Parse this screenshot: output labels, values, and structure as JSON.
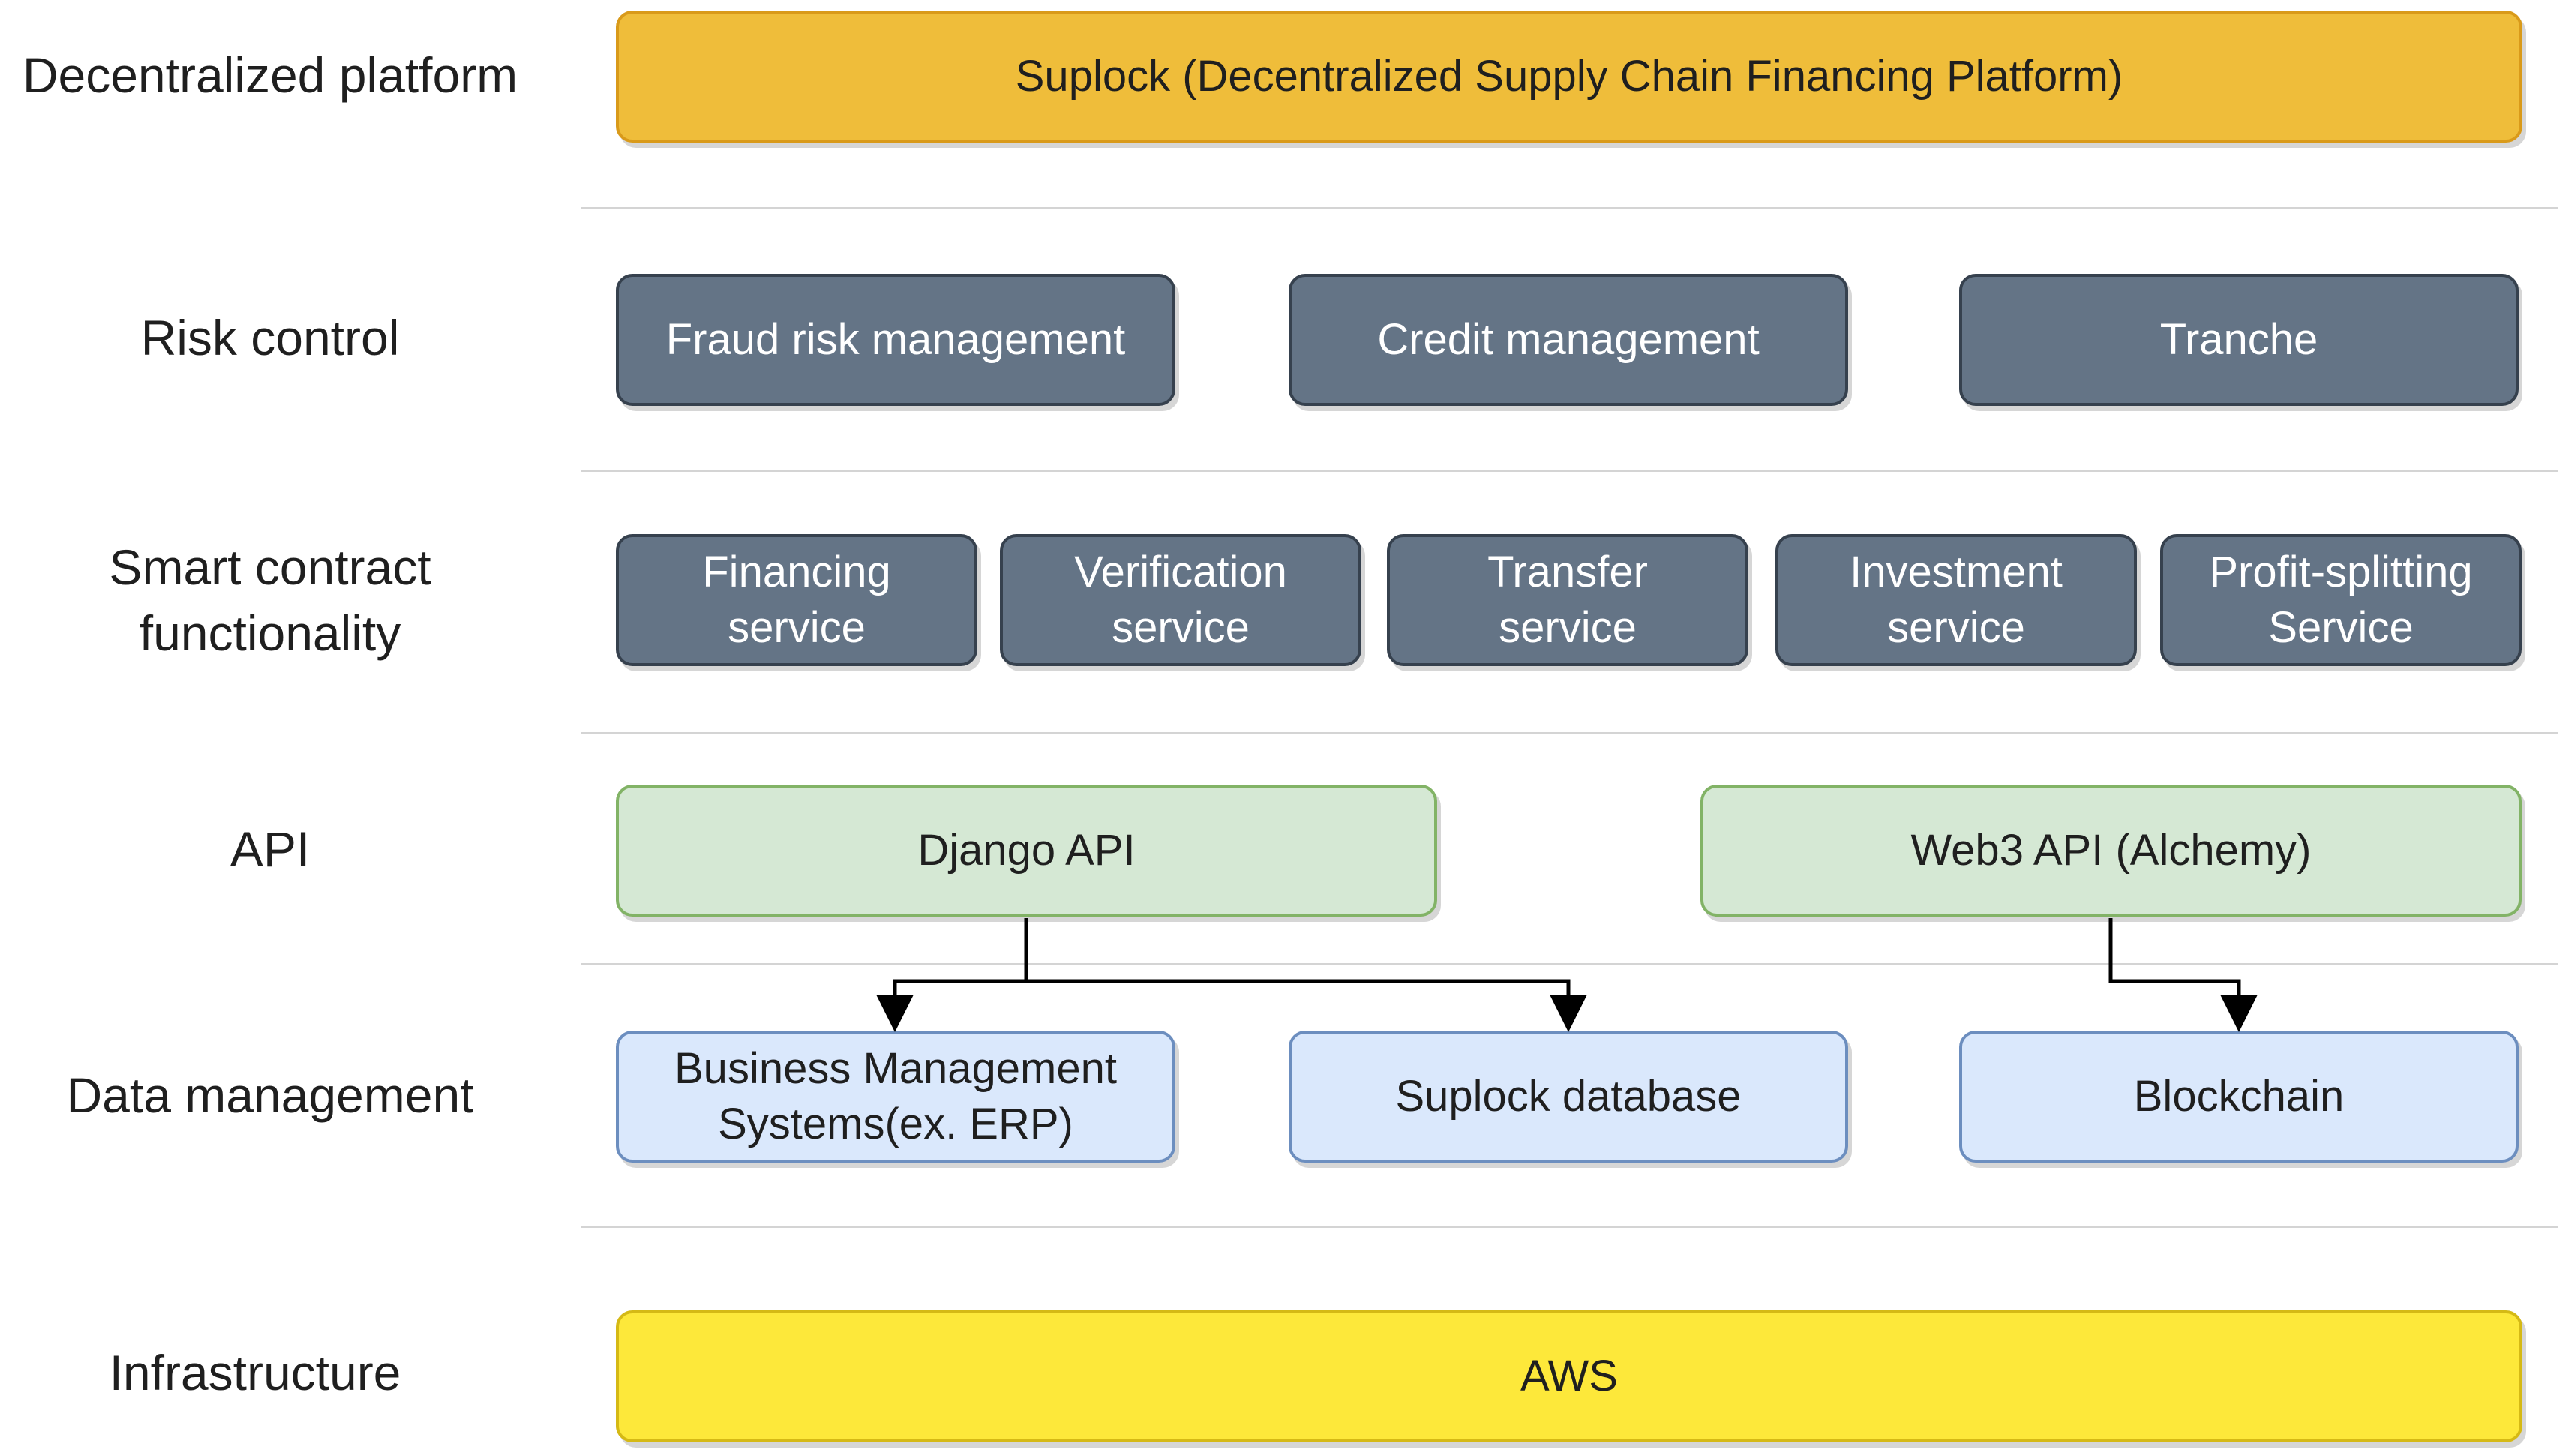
{
  "layers": {
    "platform": {
      "label": "Decentralized platform",
      "box": "Suplock (Decentralized Supply Chain Financing Platform)"
    },
    "risk": {
      "label": "Risk control",
      "boxes": [
        "Fraud risk management",
        "Credit management",
        "Tranche"
      ]
    },
    "smart": {
      "label": "Smart contract functionality",
      "boxes": [
        "Financing service",
        "Verification service",
        "Transfer service",
        "Investment service",
        "Profit-splitting Service"
      ]
    },
    "api": {
      "label": "API",
      "boxes": [
        "Django API",
        "Web3 API (Alchemy)"
      ]
    },
    "data": {
      "label": "Data management",
      "boxes": [
        "Business Management Systems(ex. ERP)",
        "Suplock database",
        "Blockchain"
      ]
    },
    "infra": {
      "label": "Infrastructure",
      "box": "AWS"
    }
  },
  "connections": [
    {
      "from": "Django API",
      "to": "Business Management Systems(ex. ERP)"
    },
    {
      "from": "Django API",
      "to": "Suplock database"
    },
    {
      "from": "Web3 API (Alchemy)",
      "to": "Blockchain"
    }
  ]
}
